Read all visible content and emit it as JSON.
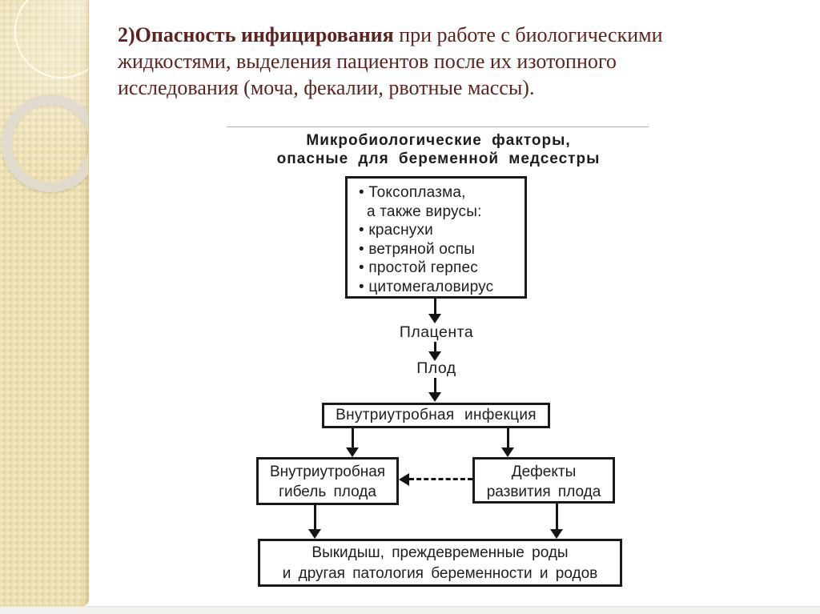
{
  "colors": {
    "title_text": "#5c2420",
    "sidebar_background": "#ecdfb3",
    "diagram_ink": "#1a1a1a",
    "footer_strip": "#f2f0ed"
  },
  "title": {
    "line1_bold": "2)Опасность инфицирования",
    "line1_rest": " при работе с биологическими",
    "line2": "жидкостями, выделения пациентов после их изотопного",
    "line3": "исследования (моча, фекалии, рвотные массы)."
  },
  "diagram": {
    "header": {
      "line1": "Микробиологические факторы,",
      "line2": "опасные для беременной медсестры"
    },
    "factors_box": {
      "items": [
        "• Токсоплазма,",
        "а также вирусы:",
        "• краснухи",
        "• ветряной оспы",
        "• простой герпес",
        "• цитомегаловирус"
      ]
    },
    "placenta_label": "Плацента",
    "fetus_label": "Плод",
    "infection_box": "Внутриутробная инфекция",
    "death_box": {
      "line1": "Внутриутробная",
      "line2": "гибель плода"
    },
    "defects_box": {
      "line1": "Дефекты",
      "line2": "развития плода"
    },
    "outcome_box": {
      "line1": "Выкидыш, преждевременные роды",
      "line2": "и другая патология беременности и родов"
    }
  }
}
